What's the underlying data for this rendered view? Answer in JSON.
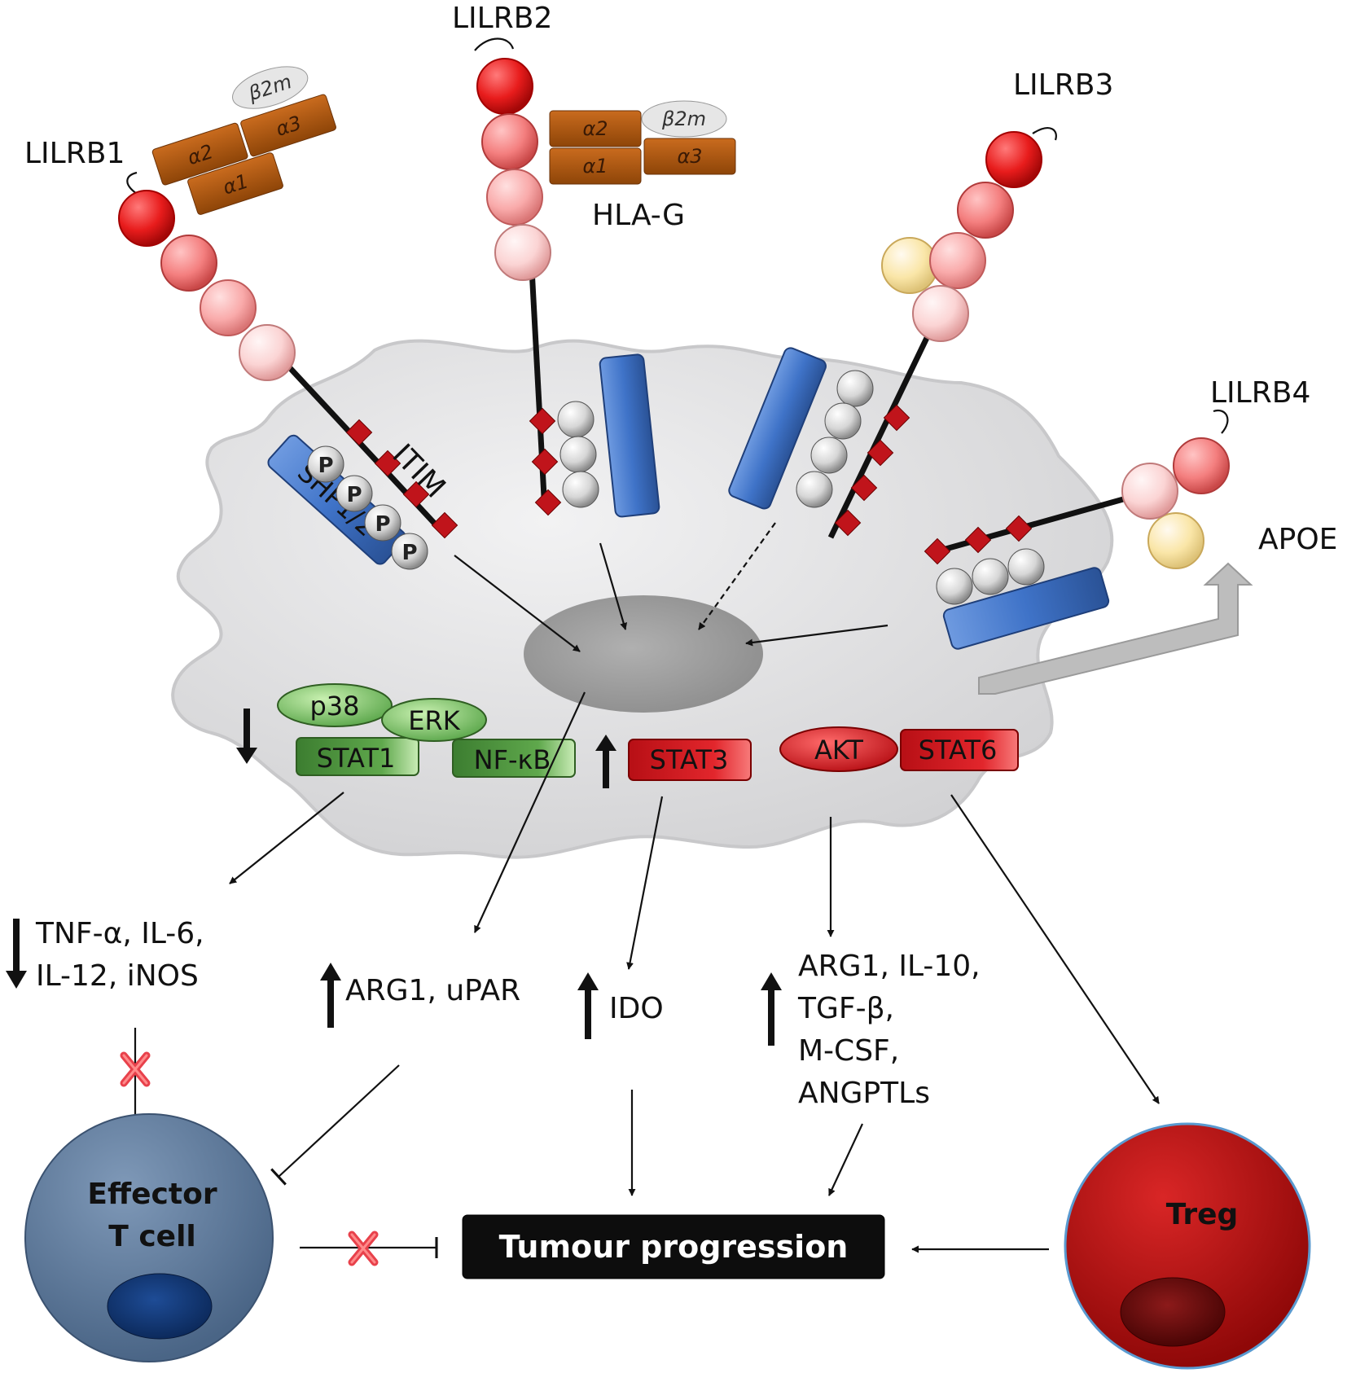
{
  "receptors": {
    "lilrb1": "LILRB1",
    "lilrb2": "LILRB2",
    "lilrb3": "LILRB3",
    "lilrb4": "LILRB4"
  },
  "ligands": {
    "hla_g": "HLA-G",
    "apoe": "APOE"
  },
  "hla_domains": {
    "a1": "α1",
    "a2": "α2",
    "a3": "α3",
    "b2m": "β2m"
  },
  "motif": {
    "itim": "ITIM",
    "phospho": "P",
    "shp": "SHP1/2"
  },
  "signaling": {
    "p38": "p38",
    "erk": "ERK",
    "stat1": "STAT1",
    "nfkb": "NF-κB",
    "stat3": "STAT3",
    "akt": "AKT",
    "stat6": "STAT6"
  },
  "outputs": {
    "down_line1": "TNF-α, IL-6,",
    "down_line2": "IL-12, iNOS",
    "arg1_upar": "ARG1, uPAR",
    "ido": "IDO",
    "m2_line1": "ARG1, IL-10,",
    "m2_line2": "TGF-β,",
    "m2_line3": "M-CSF,",
    "m2_line4": "ANGPTLs"
  },
  "cells": {
    "effector_line1": "Effector",
    "effector_line2": "T cell",
    "treg": "Treg",
    "tumour": "Tumour progression"
  },
  "colors": {
    "cell_fill": "#e2e2e3",
    "nucleus": "#9a9a9a",
    "hla": "#b25a12",
    "receptor_blue": "#3f73c8",
    "green": "#5aa64a",
    "red": "#d01c22",
    "effector": "#5f7b9d",
    "treg": "#b01010"
  }
}
